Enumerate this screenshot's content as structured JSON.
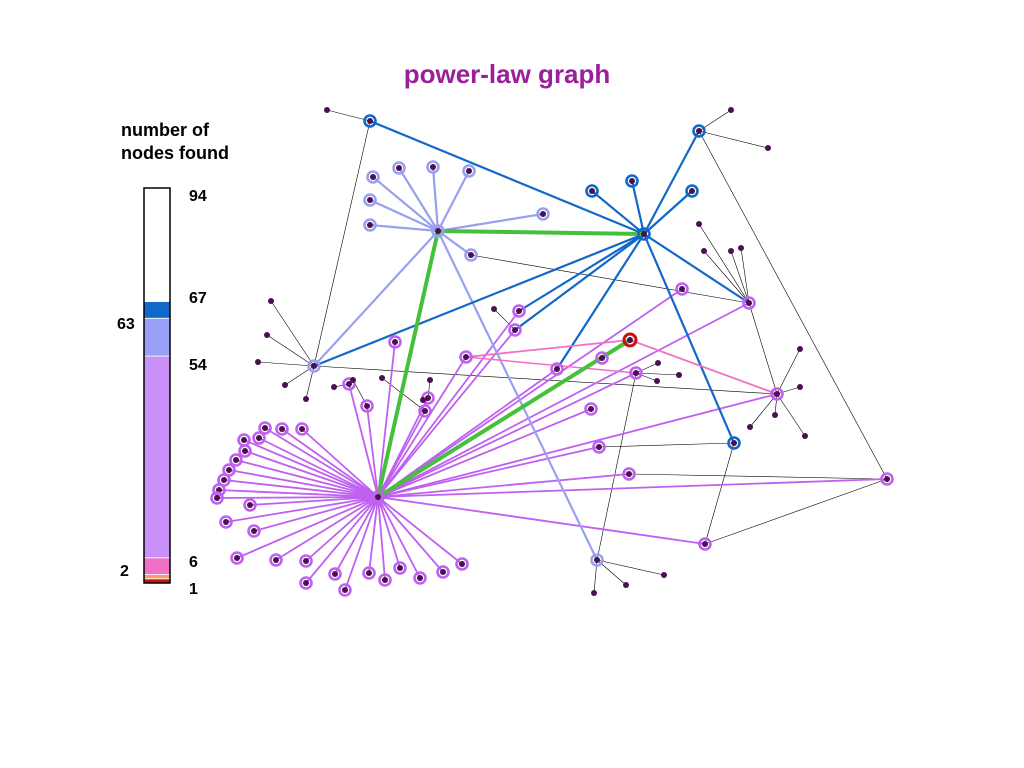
{
  "title": "power-law graph",
  "legend": {
    "heading_line1": "number of",
    "heading_line2": "nodes found",
    "right_ticks": [
      "94",
      "67",
      "54",
      "6",
      "1"
    ],
    "left_ticks": [
      "63",
      "2"
    ],
    "total_nodes": 94,
    "segments": [
      {
        "from": 0,
        "to": 1,
        "color": "#c81010"
      },
      {
        "from": 1,
        "to": 2,
        "color": "#f0a070"
      },
      {
        "from": 2,
        "to": 6,
        "color": "#f070c8"
      },
      {
        "from": 6,
        "to": 54,
        "color": "#c890f8"
      },
      {
        "from": 54,
        "to": 63,
        "color": "#98a0f8"
      },
      {
        "from": 63,
        "to": 67,
        "color": "#1068c8"
      },
      {
        "from": 67,
        "to": 94,
        "color": "#ffffff"
      }
    ]
  },
  "colors": {
    "start_node": "#c81010",
    "path": "#44c03c",
    "hop1": "#f070c8",
    "hop2": "#c060f0",
    "hop3": "#98a0f0",
    "hop4": "#1068c8",
    "unvisited_node": "#4a1050",
    "plain_edge": "#000000"
  },
  "graph": {
    "path_hops": 4,
    "search_path": [
      "start",
      "hub-magenta",
      "hub-lavender",
      "hub-blue"
    ]
  }
}
